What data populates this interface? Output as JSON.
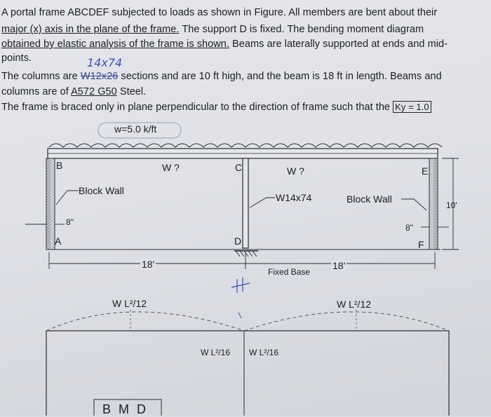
{
  "problem": {
    "line1": "A portal frame ABCDEF subjected to loads as shown in Figure. All members are bent about their",
    "line2_ul": "major (x) axis in the plane of the frame.",
    "line2_rest": " The support D is fixed. The bending moment diagram",
    "line3_ul": "obtained by elastic analysis of the frame is shown.",
    "line3_rest": " Beams are laterally supported at ends and mid-",
    "line4": "points.",
    "handwritten_correction": "14x74",
    "line5_pre": "The columns are ",
    "line5_struck": "W12x26",
    "line5_rest": " sections and are 10 ft high, and the beam is 18 ft in length. Beams and",
    "line6_pre": "columns are of ",
    "line6_ul": "A572 G50",
    "line6_rest": " Steel.",
    "line7": "The frame is braced only in plane perpendicular to the direction of frame such that the",
    "ky": "Ky = 1.0"
  },
  "figure": {
    "load": "w=5.0 k/ft",
    "node_B": "B",
    "node_C": "C",
    "node_E": "E",
    "node_A": "A",
    "node_D": "D",
    "node_F": "F",
    "beam_left": "W ?",
    "beam_right": "W ?",
    "block_wall_left": "Block Wall",
    "column_label": "W14x74",
    "block_wall_right": "Block Wall",
    "thickness_left": "8\"",
    "thickness_right": "8\"",
    "height": "10'",
    "span_left": "18'",
    "span_right": "18'",
    "fixed_base": "Fixed Base"
  },
  "bmd": {
    "moment_left": "W L²/12",
    "moment_right": "W L²/12",
    "mid_left": "W L²/16",
    "mid_right": "W L²/16",
    "title": "B M D"
  }
}
